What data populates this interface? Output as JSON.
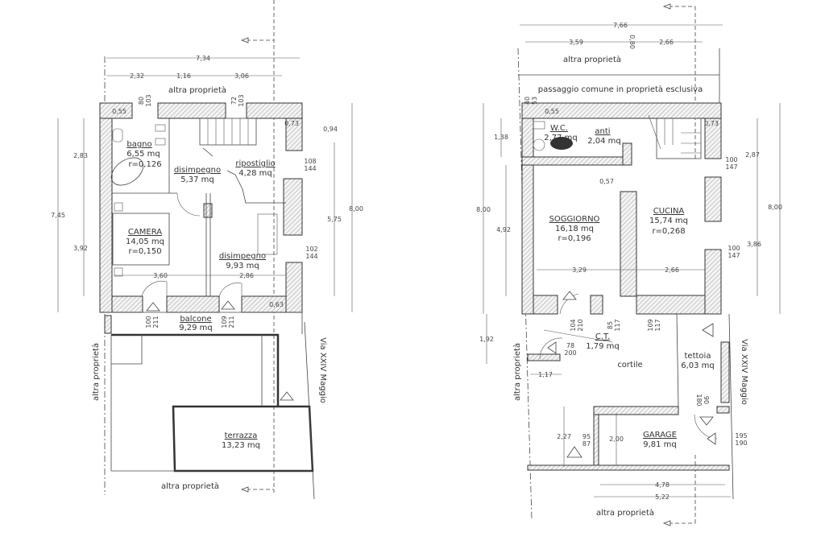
{
  "left_plan": {
    "rooms": {
      "bagno": {
        "name": "bagno",
        "area": "6,55 mq",
        "ratio": "r=0,126"
      },
      "disimpegno_a": {
        "name": "disimpegno",
        "area": "5,37 mq"
      },
      "ripostiglio": {
        "name": "ripostiglio",
        "area": "4,28 mq"
      },
      "camera": {
        "name": "CAMERA",
        "area": "14,05 mq",
        "ratio": "r=0,150"
      },
      "disimpegno_b": {
        "name": "disimpegno",
        "area": "9,93 mq"
      },
      "balcone": {
        "name": "balcone",
        "area": "9,29 mq"
      },
      "terrazza": {
        "name": "terrazza",
        "area": "13,23 mq"
      }
    },
    "labels": {
      "altra_top": "altra proprietà",
      "altra_left": "altra proprietà",
      "altra_bottom": "altra proprietà",
      "street": "Via XXIV Maggio"
    },
    "dims": {
      "total_width": "7,34",
      "w1": "2,32",
      "w2": "1,16",
      "w3": "3,06",
      "left_total": "7,45",
      "left_a": "2,83",
      "left_b": "3,92",
      "right_total": "8,00",
      "right_a": "5,75",
      "right_small": "0,94",
      "wall_055": "0,55",
      "wall_073": "0,73",
      "wall_063": "0,63",
      "camera_w": "3,60",
      "dis_w": "2,86"
    },
    "openings": [
      {
        "w": "80",
        "h": "103"
      },
      {
        "w": "72",
        "h": "103"
      },
      {
        "w": "108",
        "h": "144"
      },
      {
        "w": "102",
        "h": "144"
      },
      {
        "w": "100",
        "h": "211"
      },
      {
        "w": "109",
        "h": "211"
      }
    ]
  },
  "right_plan": {
    "rooms": {
      "wc": {
        "name": "W.C.",
        "area": "2,77 mq"
      },
      "anti": {
        "name": "anti",
        "area": "2,04 mq"
      },
      "soggiorno": {
        "name": "SOGGIORNO",
        "area": "16,18 mq",
        "ratio": "r=0,196"
      },
      "cucina": {
        "name": "CUCINA",
        "area": "15,74 mq",
        "ratio": "r=0,268"
      },
      "ct": {
        "name": "C.T.",
        "area": "1,79 mq"
      },
      "cortile": {
        "name": "cortile"
      },
      "tettoia": {
        "name": "tettoia",
        "area": "6,03 mq"
      },
      "garage": {
        "name": "GARAGE",
        "area": "9,81 mq"
      }
    },
    "labels": {
      "altra_top": "altra proprietà",
      "passaggio": "passaggio comune in proprietà esclusiva",
      "altra_left": "altra proprietà",
      "altra_bottom": "altra proprietà",
      "street": "Via XXIV Maggio"
    },
    "dims": {
      "total_width": "7,66",
      "w1": "3,59",
      "w_mid": "0,80",
      "w2": "2,66",
      "left_total": "8,00",
      "left_wc": "1,38",
      "left_b": "4,92",
      "left_cortile": "1,92",
      "right_total": "8,00",
      "right_a": "2,87",
      "right_b": "3,86",
      "wall_055": "0,55",
      "wall_073": "0,73",
      "wall_057": "0,57",
      "sogg_w": "3,29",
      "cuc_w": "2,66",
      "ct_w": "1,17",
      "garage_h": "2,27",
      "garage_in": "2,00",
      "garage_w1": "4,78",
      "garage_w2": "5,22"
    },
    "openings": [
      {
        "w": "40",
        "h": "53"
      },
      {
        "w": "100",
        "h": "147"
      },
      {
        "w": "100",
        "h": "147"
      },
      {
        "w": "104",
        "h": "210"
      },
      {
        "w": "85",
        "h": "117"
      },
      {
        "w": "109",
        "h": "117"
      },
      {
        "w": "78",
        "h": "200"
      },
      {
        "w": "90",
        "h": "180"
      },
      {
        "w": "95",
        "h": "87"
      },
      {
        "w": "195",
        "h": "190"
      }
    ]
  }
}
